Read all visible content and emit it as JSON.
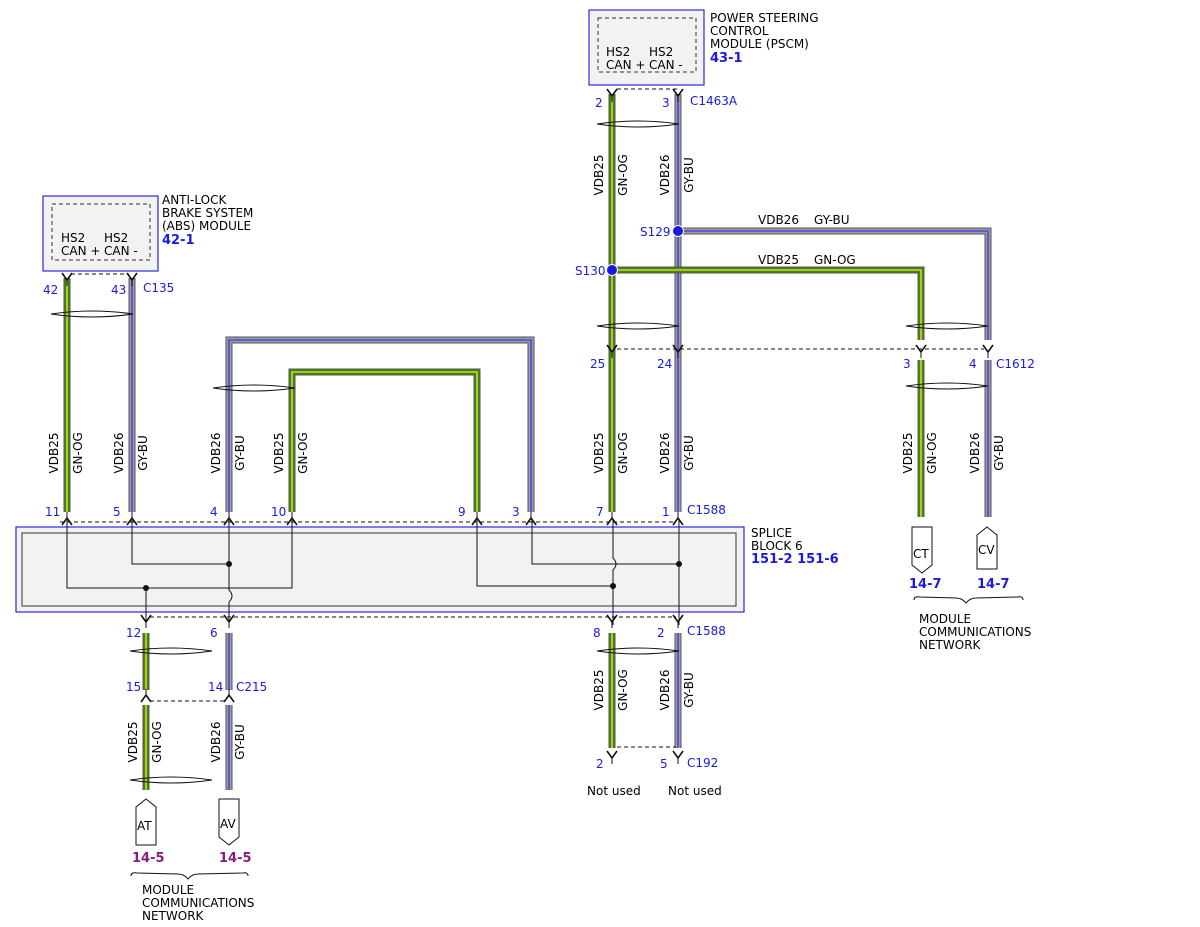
{
  "modules": {
    "pscm": {
      "title_lines": [
        "POWER STEERING",
        "CONTROL",
        "MODULE (PSCM)"
      ],
      "ref": "43-1",
      "pin_labels": [
        [
          "HS2",
          "CAN +"
        ],
        [
          "HS2",
          "CAN -"
        ]
      ]
    },
    "abs": {
      "title_lines": [
        "ANTI-LOCK",
        "BRAKE SYSTEM",
        "(ABS) MODULE"
      ],
      "ref": "42-1",
      "pin_labels": [
        [
          "HS2",
          "CAN +"
        ],
        [
          "HS2",
          "CAN -"
        ]
      ]
    },
    "splice_block": {
      "title_lines": [
        "SPLICE",
        "BLOCK 6"
      ],
      "ref": "151-2 151-6"
    }
  },
  "connectors": {
    "c1463a": {
      "name": "C1463A",
      "pins": [
        "2",
        "3"
      ]
    },
    "c135": {
      "name": "C135",
      "pins": [
        "42",
        "43"
      ]
    },
    "c1612": {
      "name": "C1612",
      "pins": [
        "3",
        "4"
      ]
    },
    "c1588_top": {
      "name": "C1588",
      "pins": [
        "25",
        "24",
        "11",
        "5",
        "4",
        "10",
        "9",
        "3",
        "7",
        "1"
      ]
    },
    "c1588_bottom": {
      "name": "C1588",
      "pins": [
        "12",
        "6",
        "8",
        "2"
      ]
    },
    "c215": {
      "name": "C215",
      "pins": [
        "15",
        "14"
      ]
    },
    "c192": {
      "name": "C192",
      "pins": [
        "2",
        "5"
      ]
    }
  },
  "splices": {
    "s129": "S129",
    "s130": "S130"
  },
  "wires": {
    "vdb25": {
      "circuit": "VDB25",
      "color": "GN-OG",
      "fill": "#3a8a1a",
      "stripe": "#e0d020"
    },
    "vdb26": {
      "circuit": "VDB26",
      "color": "GY-BU",
      "fill": "#9a9aa8",
      "stripe": "#4a4ad8"
    }
  },
  "terminals": {
    "ct": {
      "label": "CT",
      "ref": "14-7"
    },
    "cv": {
      "label": "CV",
      "ref": "14-7"
    },
    "at": {
      "label": "AT",
      "ref": "14-5"
    },
    "av": {
      "label": "AV",
      "ref": "14-5"
    }
  },
  "network_labels": {
    "right": [
      "MODULE",
      "COMMUNICATIONS",
      "NETWORK"
    ],
    "left": [
      "MODULE",
      "COMMUNICATIONS",
      "NETWORK"
    ]
  },
  "not_used": {
    "left": "Not used",
    "right": "Not used"
  }
}
